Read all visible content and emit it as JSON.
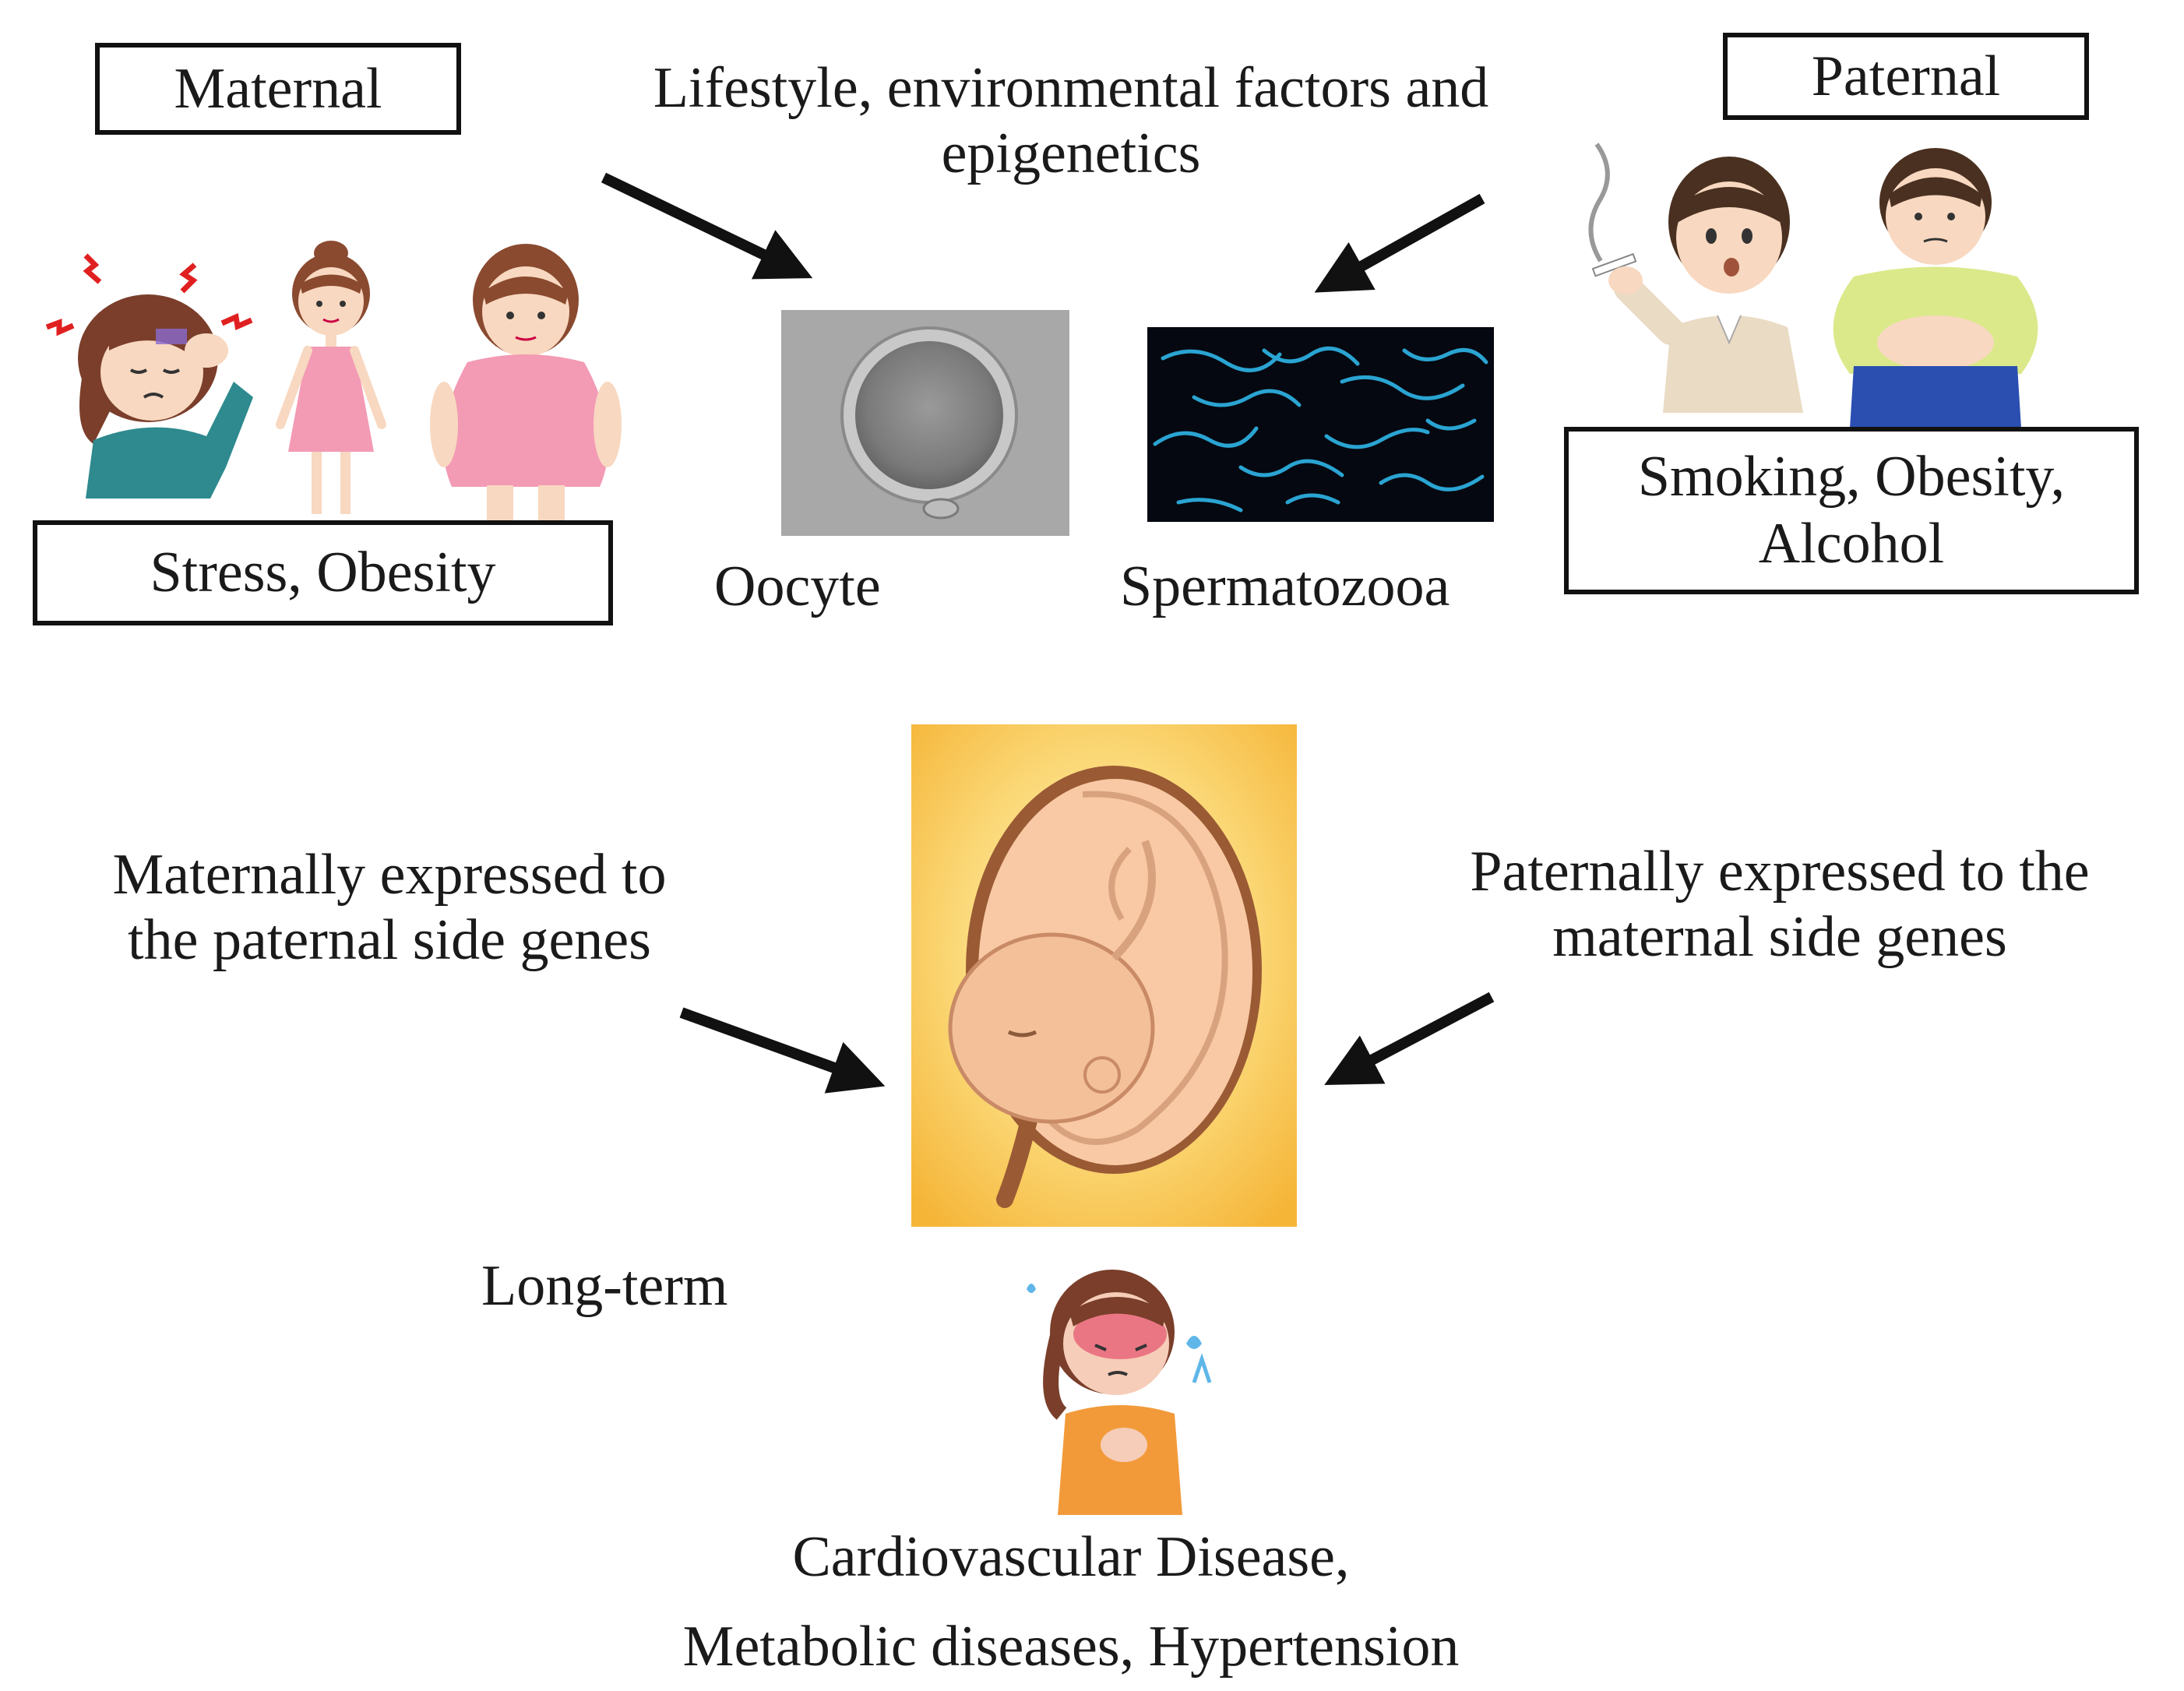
{
  "maternal": {
    "title": "Maternal",
    "factors": "Stress, Obesity"
  },
  "paternal": {
    "title": "Paternal",
    "factors_line1": "Smoking, Obesity,",
    "factors_line2": "Alcohol"
  },
  "lifestyle": {
    "line1": "Lifestyle, environmental factors and",
    "line2": "epigenetics"
  },
  "gametes": {
    "oocyte": "Oocyte",
    "sperm": "Spermatozooa"
  },
  "imprinting": {
    "maternal_line1": "Maternally expressed to",
    "maternal_line2": "the paternal side genes",
    "paternal_line1": "Paternally expressed to the",
    "paternal_line2": "maternal side genes"
  },
  "outcome": {
    "long_term": "Long-term",
    "line1": "Cardiovascular Disease,",
    "line2": "Metabolic diseases, Hypertension"
  },
  "colors": {
    "arrow": "#111111",
    "fetus_bg_center": "#fff7c8",
    "fetus_bg_edge": "#f5b537",
    "sperm_bg": "#050810",
    "sperm_fg": "#2fb5e8"
  },
  "icons": [
    "stressed-woman-icon",
    "thin-woman-icon",
    "obese-woman-icon",
    "smoking-man-icon",
    "obese-man-icon",
    "fetus-icon",
    "sick-woman-icon"
  ]
}
